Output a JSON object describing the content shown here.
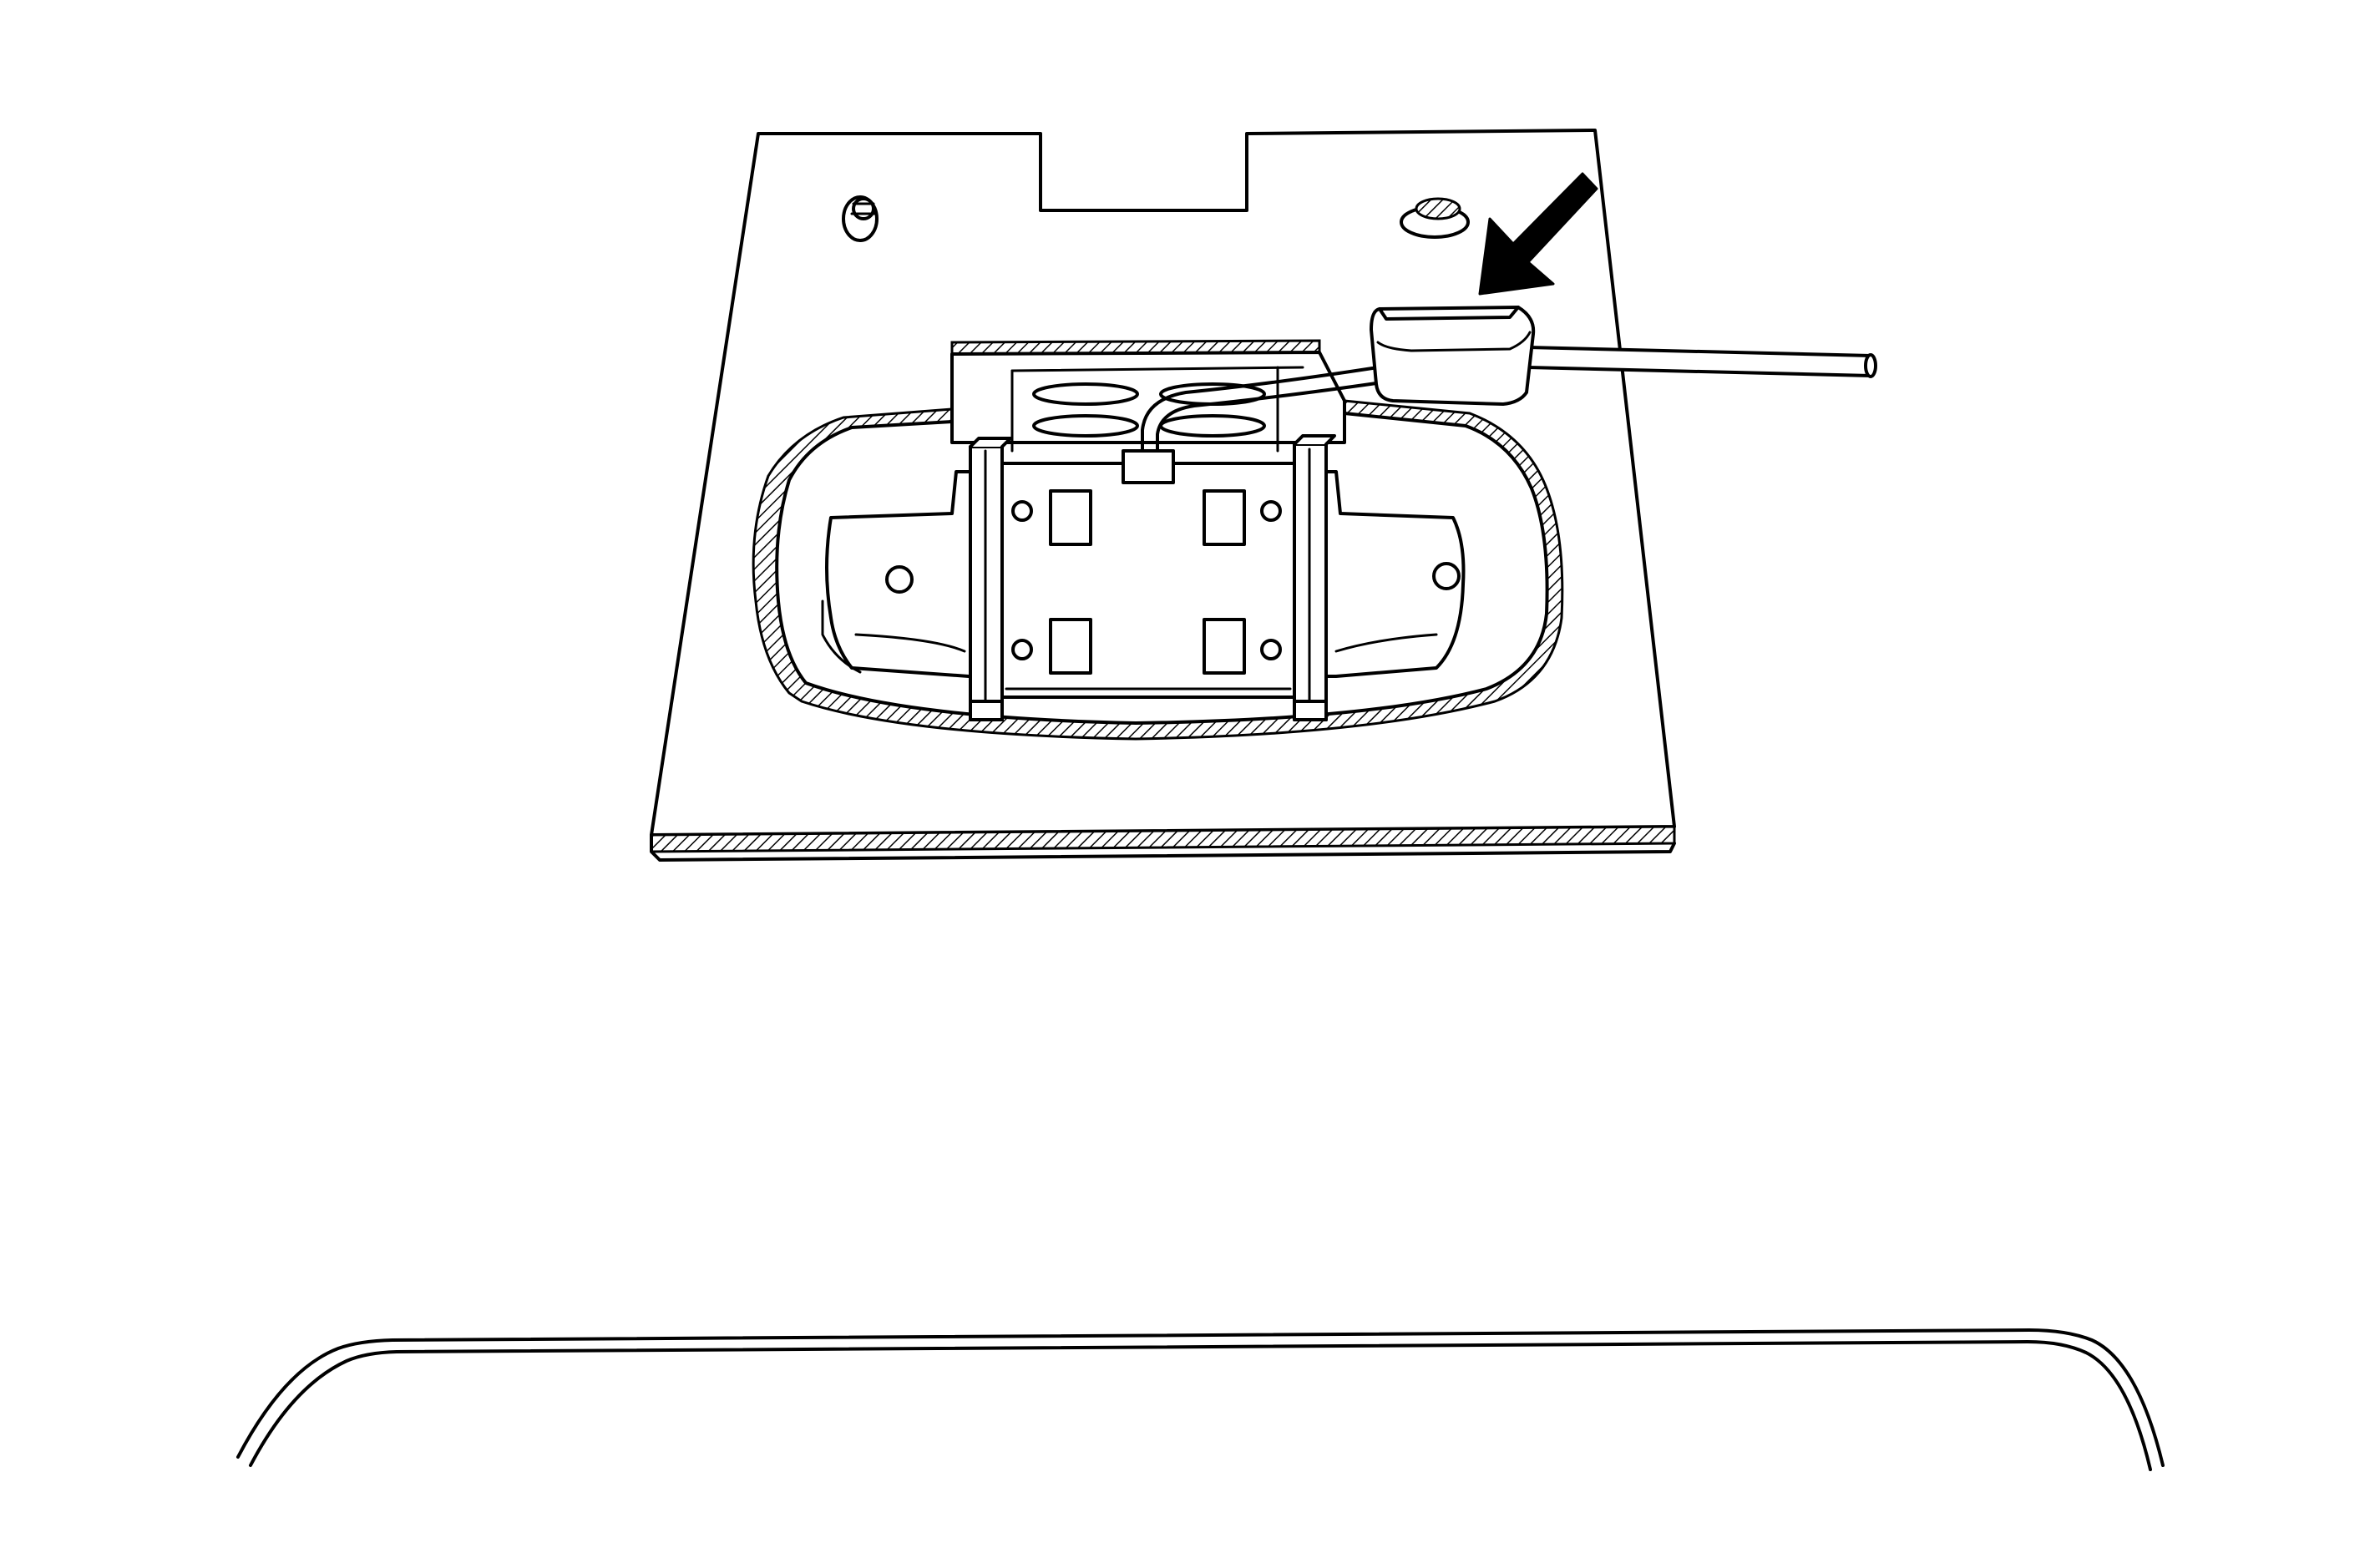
{
  "figure": {
    "background": "#ffffff",
    "line_color": "#000000",
    "parts": [
      "mounting-plate",
      "light-housing",
      "bulb-socket",
      "wire-harness",
      "grommet-connector",
      "callout-arrow",
      "vehicle-body-outline"
    ]
  }
}
